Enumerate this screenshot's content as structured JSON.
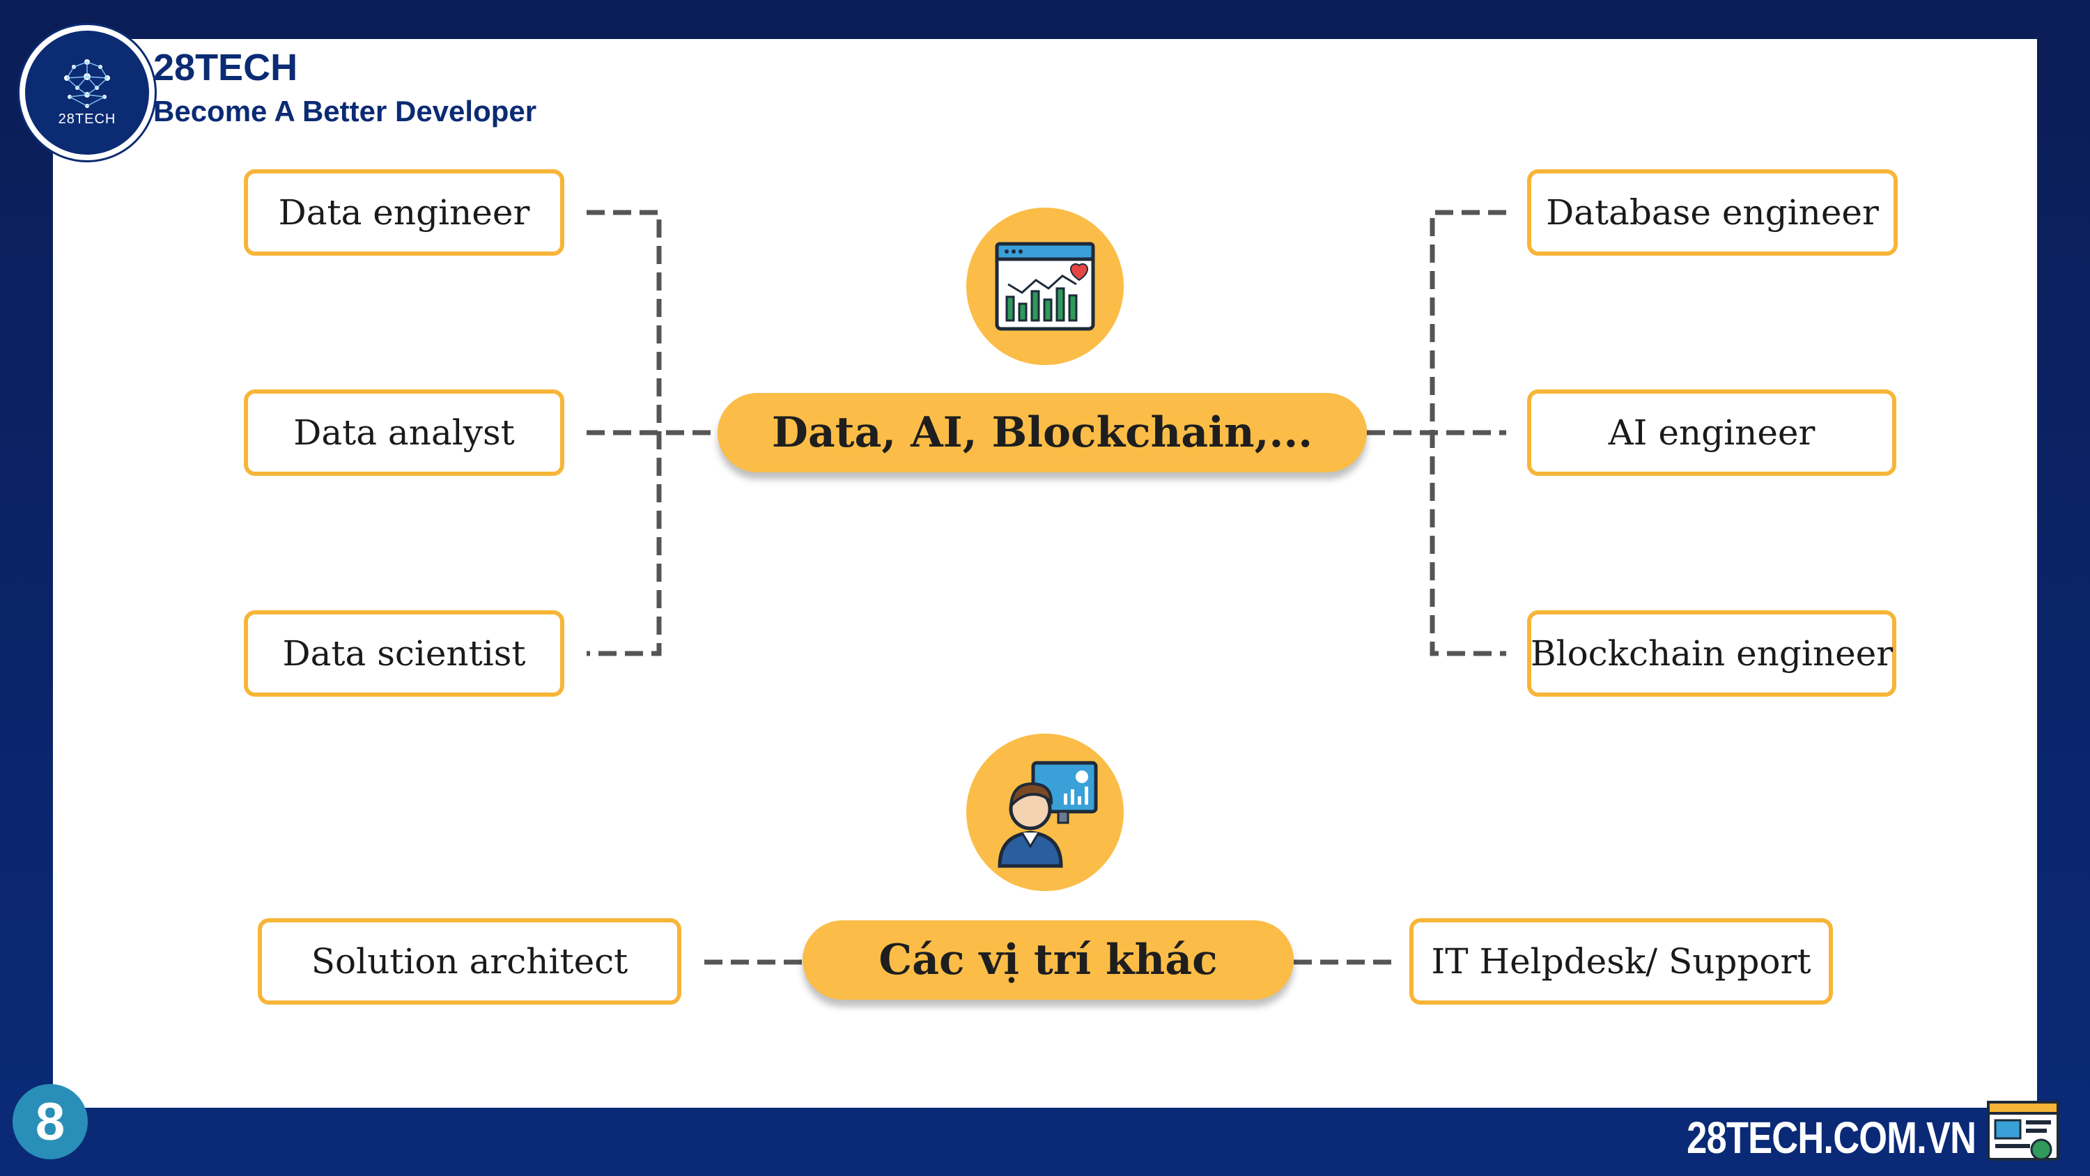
{
  "brand": {
    "logo_text": "28TECH",
    "name": "28TECH",
    "tagline": "Become A Better Developer"
  },
  "diagram": {
    "hub_main": "Data, AI, Blockchain,...",
    "hub_other": "Các vị trí khác",
    "left_roles": [
      "Data engineer",
      "Data analyst",
      "Data scientist"
    ],
    "right_roles": [
      "Database engineer",
      "AI engineer",
      "Blockchain engineer"
    ],
    "other_left": "Solution architect",
    "other_right": "IT Helpdesk/ Support",
    "icons": [
      "analytics-dashboard-icon",
      "person-at-monitor-icon"
    ]
  },
  "footer": {
    "page_number": "8",
    "site": "28TECH.COM.VN"
  },
  "colors": {
    "navy": "#0b2b73",
    "accent": "#fbbd48",
    "border": "#f7b538",
    "connector": "#555555"
  }
}
